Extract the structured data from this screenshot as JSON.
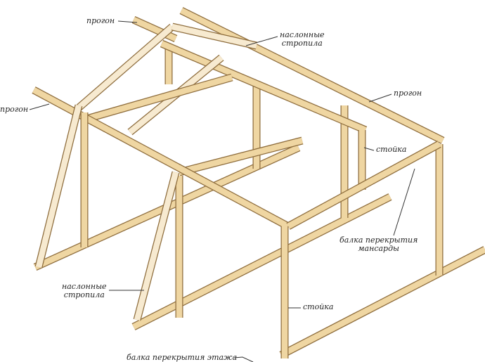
{
  "labels": {
    "purlin_top": "прогон",
    "rafters_top_line1": "наслонные",
    "rafters_top_line2": "стропила",
    "purlin_left": "прогон",
    "purlin_right": "прогон",
    "post_right": "стойка",
    "attic_beam_line1": "балка перекрытия",
    "attic_beam_line2": "мансарды",
    "rafters_bottom_line1": "наслонные",
    "rafters_bottom_line2": "стропила",
    "post_front": "стойка",
    "floor_beam": "балка перекрытия этажа"
  },
  "colors": {
    "wood": "#efd6a2",
    "rafter": "#f7ead0",
    "outline": "#8d6c3c"
  }
}
